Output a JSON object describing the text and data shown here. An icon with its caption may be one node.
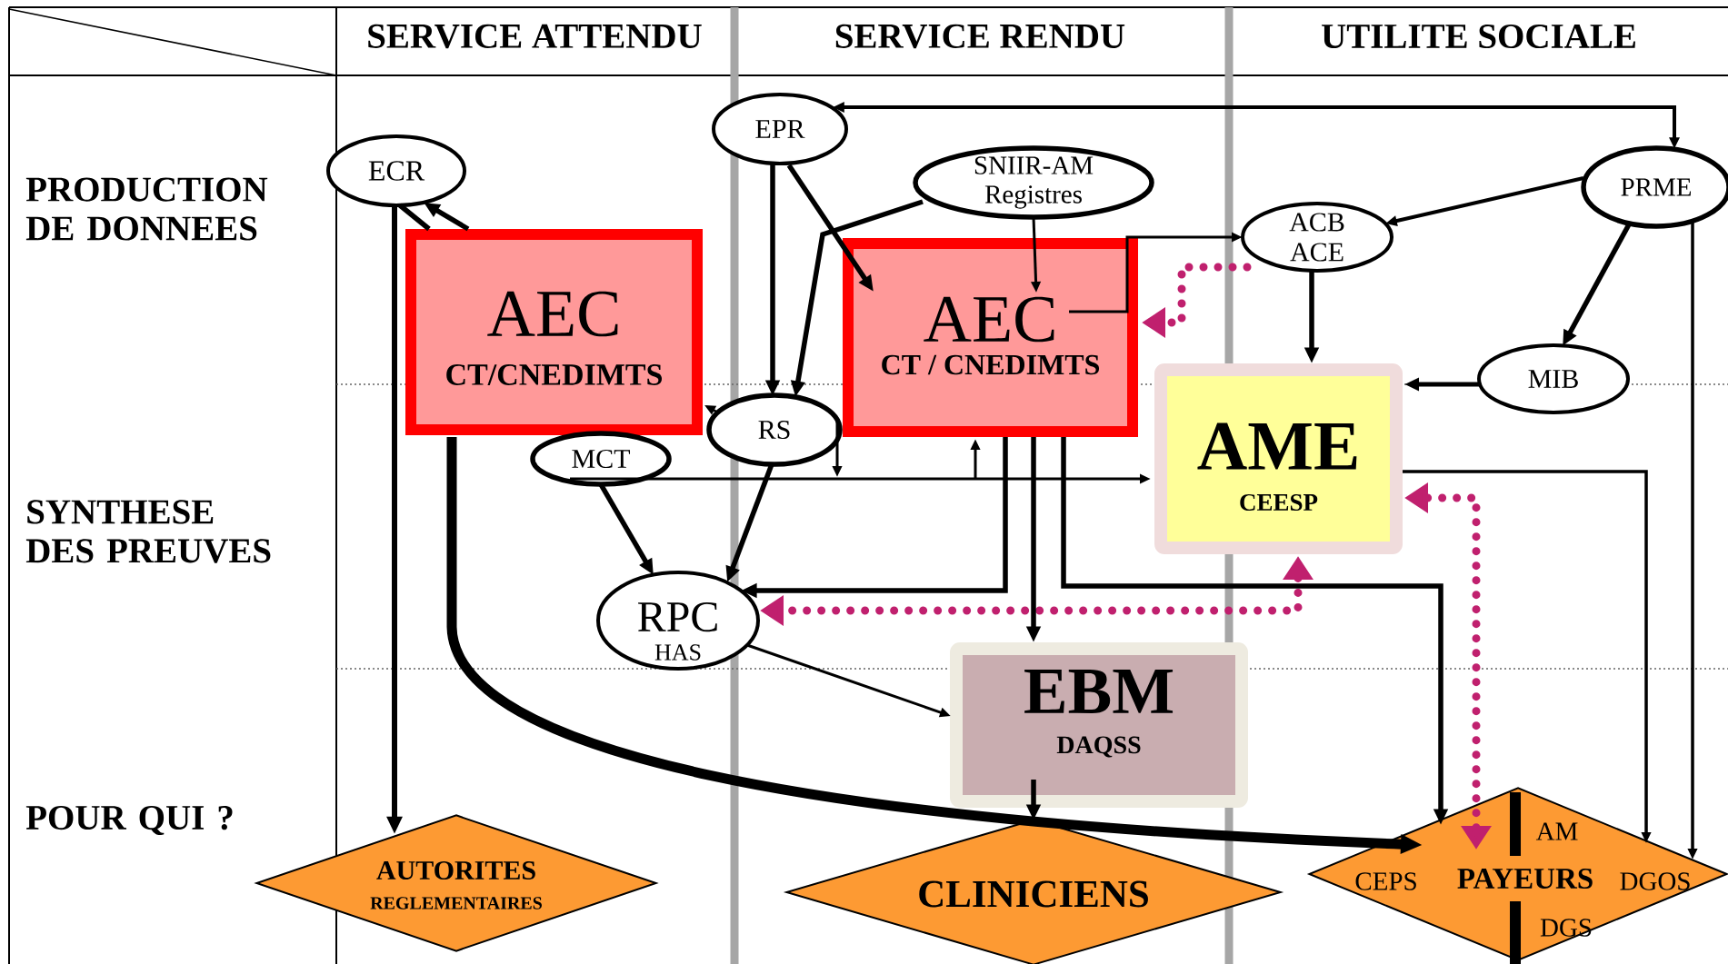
{
  "diagram": {
    "nodes": [
      {
        "text": [
          "ECR"
        ]
      },
      {
        "text": [
          "AEC",
          "CT/CNEDIMTS"
        ]
      },
      {
        "text": [
          "EPR"
        ]
      },
      {
        "text": [
          "SNIIR-AM Registres"
        ]
      },
      {
        "text": [
          "AEC",
          "CT / CNEDIMTS"
        ]
      },
      {
        "text": [
          "ACB ACE"
        ]
      },
      {
        "text": [
          "PRME"
        ]
      },
      {
        "text": [
          "MIB"
        ]
      },
      {
        "text": [
          "AME",
          "CEESP"
        ]
      },
      {
        "text": [
          "RS"
        ]
      },
      {
        "text": [
          "MCT"
        ]
      },
      {
        "text": [
          "RPC",
          "HAS"
        ]
      },
      {
        "text": [
          "EBM",
          "DAQSS"
        ]
      },
      {
        "text": [
          "AUTORITES",
          "REGLEMENTAIRES"
        ]
      },
      {
        "text": [
          "CLINICIENS"
        ]
      },
      {
        "text": [
          "AM",
          "CEPS",
          "PAYEURS",
          "DGOS",
          "DGS"
        ]
      }
    ],
    "edges": [
      {
        "from": 0,
        "to": 13,
        "arrow": "to"
      },
      {
        "from": 0,
        "to": 1,
        "arrow": "none"
      },
      {
        "from": 1,
        "to": 0,
        "arrow": "to"
      },
      {
        "from": 1,
        "to": 15,
        "arrow": "to",
        "style": "thick"
      },
      {
        "from": 2,
        "to": 9,
        "arrow": "to"
      },
      {
        "from": 2,
        "to": 4,
        "arrow": "to"
      },
      {
        "from": 3,
        "to": 9,
        "arrow": "to"
      },
      {
        "from": 3,
        "to": 4,
        "arrow": "to"
      },
      {
        "from": 6,
        "to": 2,
        "arrow": "both"
      },
      {
        "from": 6,
        "to": 5,
        "arrow": "to"
      },
      {
        "from": 6,
        "to": 7,
        "arrow": "to"
      },
      {
        "from": 6,
        "to": 15,
        "arrow": "to"
      },
      {
        "from": 4,
        "to": 5,
        "arrow": "to"
      },
      {
        "from": 5,
        "to": 8,
        "arrow": "to"
      },
      {
        "from": 7,
        "to": 8,
        "arrow": "to"
      },
      {
        "from": 5,
        "to": 4,
        "arrow": "to",
        "style": "dashed",
        "color": "#c0206e"
      },
      {
        "from": 8,
        "to": 11,
        "arrow": "both",
        "style": "dashed",
        "color": "#c0206e"
      },
      {
        "from": 15,
        "to": 8,
        "arrow": "both",
        "style": "dashed",
        "color": "#c0206e"
      },
      {
        "from": 8,
        "to": 15,
        "arrow": "to"
      },
      {
        "from": 4,
        "to": 11,
        "arrow": "to"
      },
      {
        "from": 4,
        "to": 12,
        "arrow": "to"
      },
      {
        "from": 4,
        "to": 15,
        "arrow": "to"
      },
      {
        "from": 10,
        "to": 8,
        "arrow": "to"
      },
      {
        "from": 9,
        "to": null,
        "arrow": "to"
      },
      {
        "from": null,
        "to": 4,
        "arrow": "to"
      },
      {
        "from": 9,
        "to": 1,
        "arrow": "to"
      },
      {
        "from": 10,
        "to": 11,
        "arrow": "to"
      },
      {
        "from": 9,
        "to": 11,
        "arrow": "to"
      },
      {
        "from": 11,
        "to": 12,
        "arrow": "to"
      },
      {
        "from": 12,
        "to": 14,
        "arrow": "to"
      }
    ],
    "labels": [
      "SERVICE ATTENDU",
      "SERVICE RENDU",
      "UTILITE SOCIALE",
      "PRODUCTION DE DONNEES",
      "SYNTHESE DES PREUVES",
      "POUR QUI ?"
    ]
  }
}
